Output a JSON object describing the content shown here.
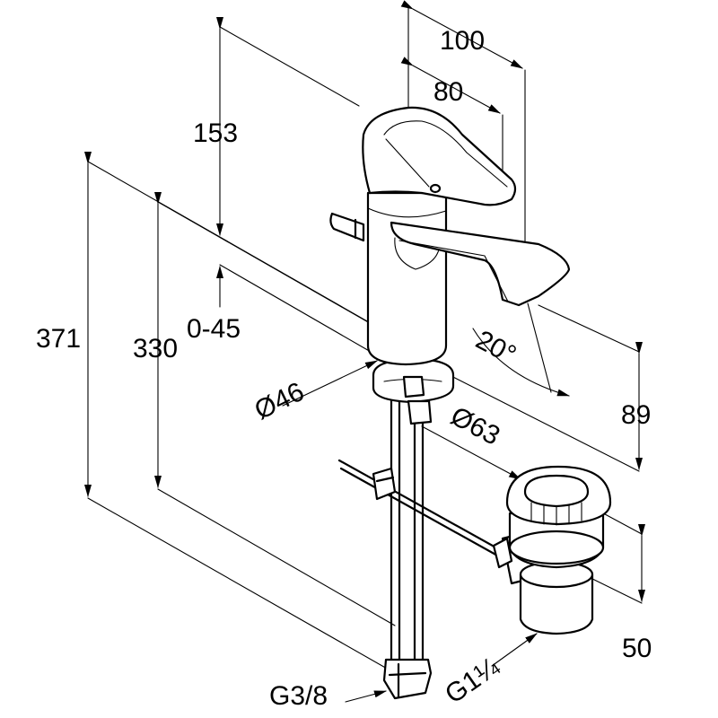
{
  "dimensions": {
    "width_total": "100",
    "width_spout": "80",
    "height_head": "153",
    "height_total": "371",
    "height_spout": "330",
    "height_range": "0-45",
    "diameter_body": "Ø46",
    "diameter_waste": "Ø63",
    "angle": "20°",
    "height_outlet": "89",
    "height_waste": "50",
    "thread_supply": "G3/8",
    "thread_waste": "G1¼"
  }
}
